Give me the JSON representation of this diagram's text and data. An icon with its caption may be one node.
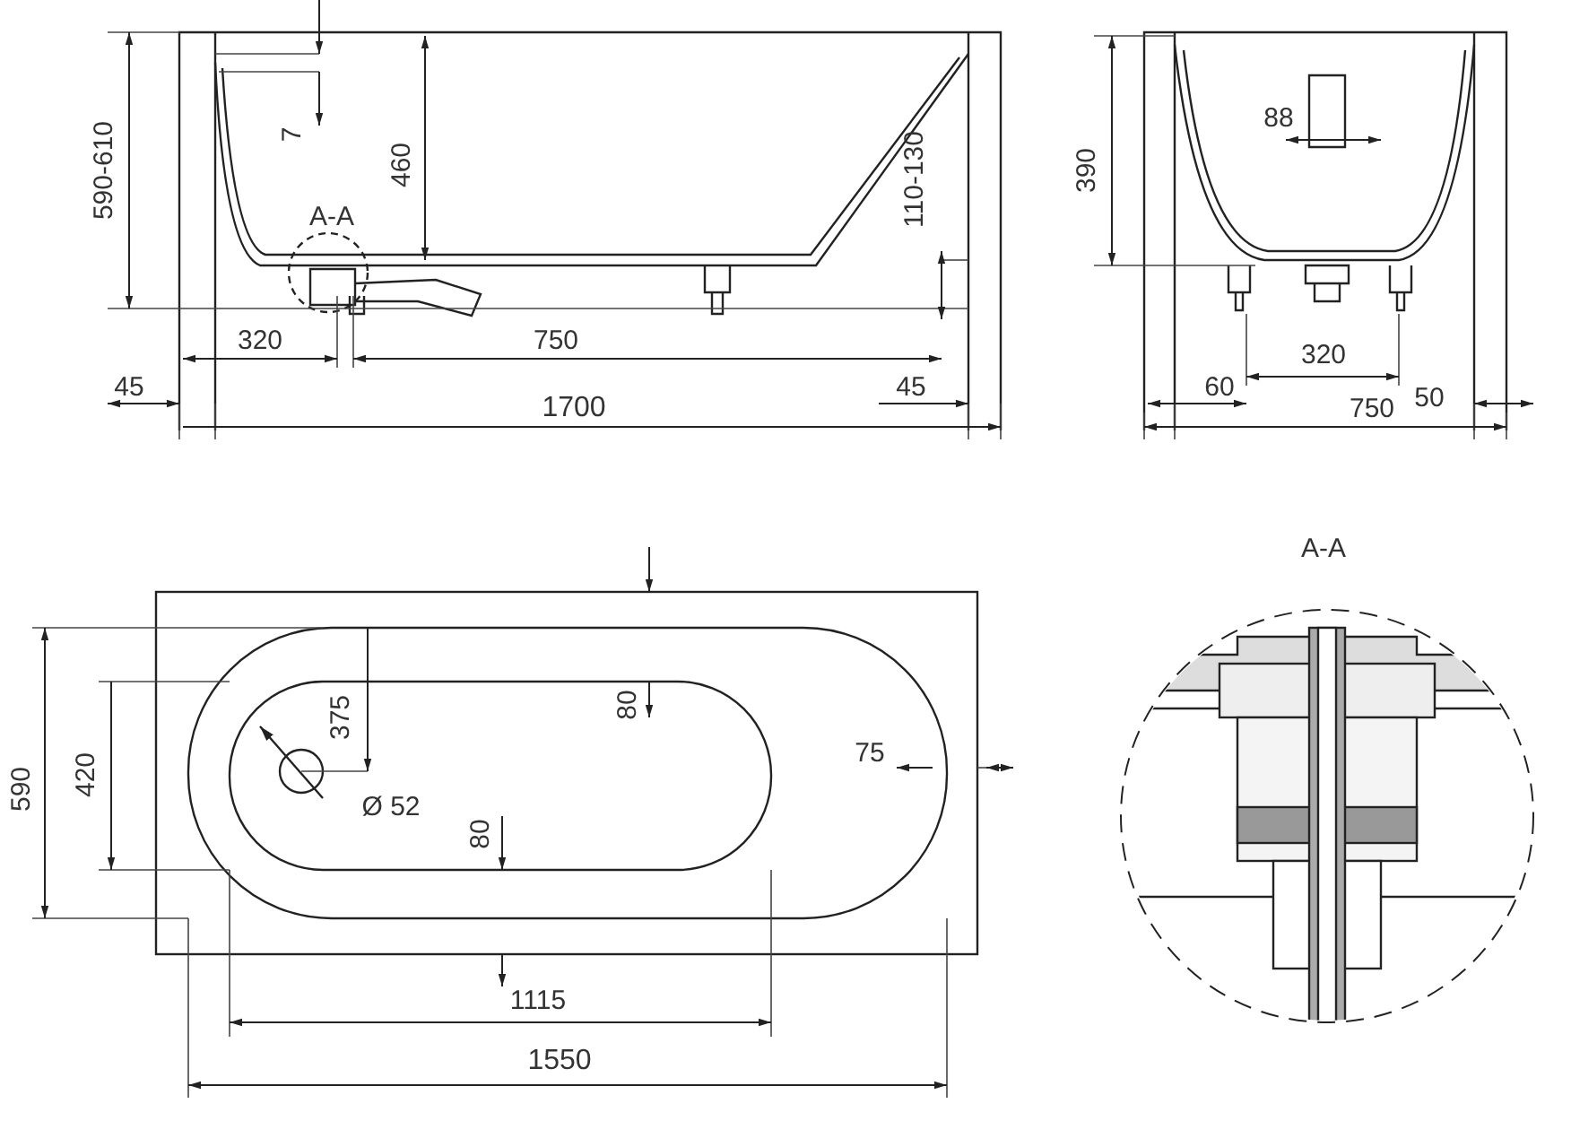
{
  "diagram": {
    "labels": [
      "7",
      "590-610",
      "460",
      "110-130",
      "A-A",
      "320",
      "750",
      "45",
      "1700",
      "45",
      "88",
      "390",
      "320",
      "60",
      "750",
      "50",
      "A-A",
      "590",
      "375",
      "80",
      "420",
      "75",
      "Ø 52",
      "80",
      "1115",
      "1550"
    ]
  }
}
